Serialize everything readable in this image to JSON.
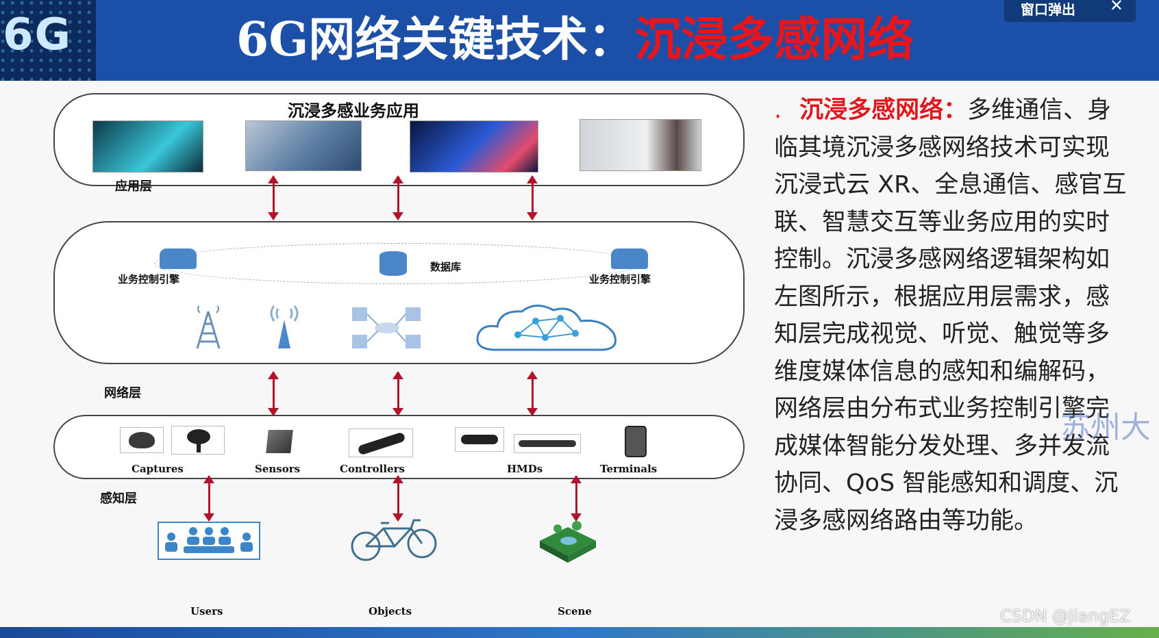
{
  "header": {
    "logo_text": "6G",
    "title_part1": "6G网络关键技术：",
    "title_part2": "沉浸多感网络",
    "colors": {
      "header_bg": "#1b4fa8",
      "title_white": "#ffffff",
      "title_red": "#e8151b"
    }
  },
  "popup": {
    "label": "窗口弹出",
    "close_symbol": "✕"
  },
  "diagram": {
    "top_title": "沉浸多感业务应用",
    "app_layer_label": "应用层",
    "net_layer_label": "网络层",
    "sense_layer_label": "感知层",
    "engine_left": "业务控制引擎",
    "database": "数据库",
    "engine_right": "业务控制引擎",
    "devices": [
      "Captures",
      "Sensors",
      "Controllers",
      "HMDs",
      "Terminals"
    ],
    "targets": [
      "Users",
      "Objects",
      "Scene"
    ]
  },
  "right_text": {
    "bullet": ".",
    "lead": "沉浸多感网络：",
    "body": "多维通信、身临其境沉浸多感网络技术可实现沉浸式云 XR、全息通信、感官互联、智慧交互等业务应用的实时控制。沉浸多感网络逻辑架构如左图所示，根据应用层需求，感知层完成视觉、听觉、触觉等多维度媒体信息的感知和编解码，网络层由分布式业务控制引擎完成媒体智能分发处理、多并发流协同、QoS 智能感知和调度、沉浸多感网络路由等功能。"
  },
  "watermarks": {
    "school": "苏州大",
    "csdn": "CSDN @JiangEZ"
  }
}
